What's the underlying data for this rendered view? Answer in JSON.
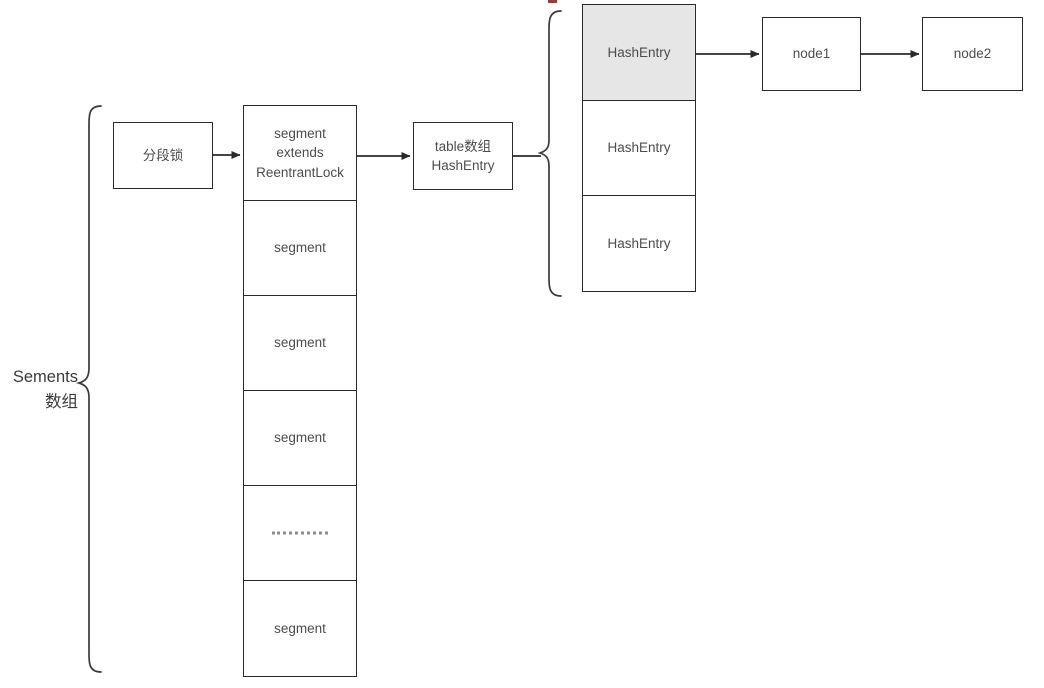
{
  "diagram": {
    "title": "ConcurrentHashMap segment structure diagram",
    "colors": {
      "stroke": "#2a2a2a",
      "text": "#4d4d4d",
      "label_text": "#3b3b3b",
      "shaded_fill": "#e6e6e6",
      "background": "#ffffff",
      "dots": "#8d8d8d",
      "red_mark": "#b03030"
    },
    "side_label": {
      "name": "sements-array-label",
      "line1": "Sements",
      "line2": "数组",
      "text": "Sements\n数组"
    },
    "lock_box": {
      "name": "fen-duan-suo-box",
      "label": "分段锁"
    },
    "segment_column": {
      "name": "segments-array-column",
      "cells": [
        {
          "label": "segment\nextends\nReentrantLock",
          "type": "text"
        },
        {
          "label": "segment",
          "type": "text"
        },
        {
          "label": "segment",
          "type": "text"
        },
        {
          "label": "segment",
          "type": "text"
        },
        {
          "label": "",
          "type": "dots"
        },
        {
          "label": "segment",
          "type": "text"
        }
      ]
    },
    "table_box": {
      "name": "table-array-hashentry-box",
      "label": "table数组\nHashEntry"
    },
    "hash_entry_column": {
      "name": "hashentry-array-column",
      "cells": [
        {
          "label": "HashEntry",
          "shaded": true
        },
        {
          "label": "HashEntry",
          "shaded": false
        },
        {
          "label": "HashEntry",
          "shaded": false
        }
      ]
    },
    "linked_nodes": [
      {
        "name": "node1-box",
        "label": "node1"
      },
      {
        "name": "node2-box",
        "label": "node2"
      }
    ]
  }
}
